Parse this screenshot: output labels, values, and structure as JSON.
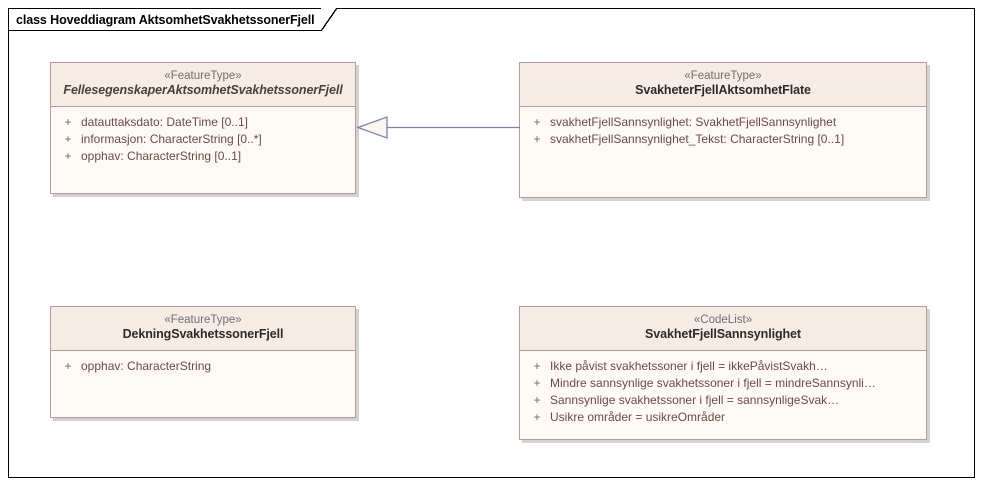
{
  "diagram": {
    "tab_label": "class Hoveddiagram AktsomhetSvakhetssonerFjell",
    "accent_border_color": "#b49c9c",
    "header_fill_color": "#f6ece3",
    "body_fill_color": "#fdfaf6",
    "connector_color": "#7b85ab",
    "frame_color": "#000000"
  },
  "classes": [
    {
      "id": "fellesegenskaper",
      "stereotype": "«FeatureType»",
      "name": "FellesegenskaperAktsomhetSvakhetssonerFjell",
      "abstract": true,
      "attributes": [
        {
          "visibility": "+",
          "text": "datauttaksdato: DateTime [0..1]"
        },
        {
          "visibility": "+",
          "text": "informasjon: CharacterString [0..*]"
        },
        {
          "visibility": "+",
          "text": "opphav: CharacterString [0..1]"
        }
      ]
    },
    {
      "id": "svakheterflate",
      "stereotype": "«FeatureType»",
      "name": "SvakheterFjellAktsomhetFlate",
      "abstract": false,
      "attributes": [
        {
          "visibility": "+",
          "text": "svakhetFjellSannsynlighet: SvakhetFjellSannsynlighet"
        },
        {
          "visibility": "+",
          "text": "svakhetFjellSannsynlighet_Tekst: CharacterString [0..1]"
        }
      ]
    },
    {
      "id": "dekning",
      "stereotype": "«FeatureType»",
      "name": "DekningSvakhetssonerFjell",
      "abstract": false,
      "attributes": [
        {
          "visibility": "+",
          "text": "opphav: CharacterString"
        }
      ]
    },
    {
      "id": "codelist",
      "stereotype": "«CodeList»",
      "name": "SvakhetFjellSannsynlighet",
      "abstract": false,
      "attributes": [
        {
          "visibility": "+",
          "text": "Ikke påvist svakhetssoner i fjell = ikkePåvistSvakh…"
        },
        {
          "visibility": "+",
          "text": "Mindre sannsynlige svakhetssoner i fjell = mindreSannsynli…"
        },
        {
          "visibility": "+",
          "text": "Sannsynlige svakhetssoner i fjell = sannsynligeSvak…"
        },
        {
          "visibility": "+",
          "text": "Usikre områder = usikreOmråder"
        }
      ]
    }
  ],
  "connectors": [
    {
      "id": "generalization-1",
      "type": "generalization",
      "source": "SvakheterFjellAktsomhetFlate",
      "target": "FellesegenskaperAktsomhetSvakhetssonerFjell",
      "arrow": "hollow-triangle"
    }
  ]
}
